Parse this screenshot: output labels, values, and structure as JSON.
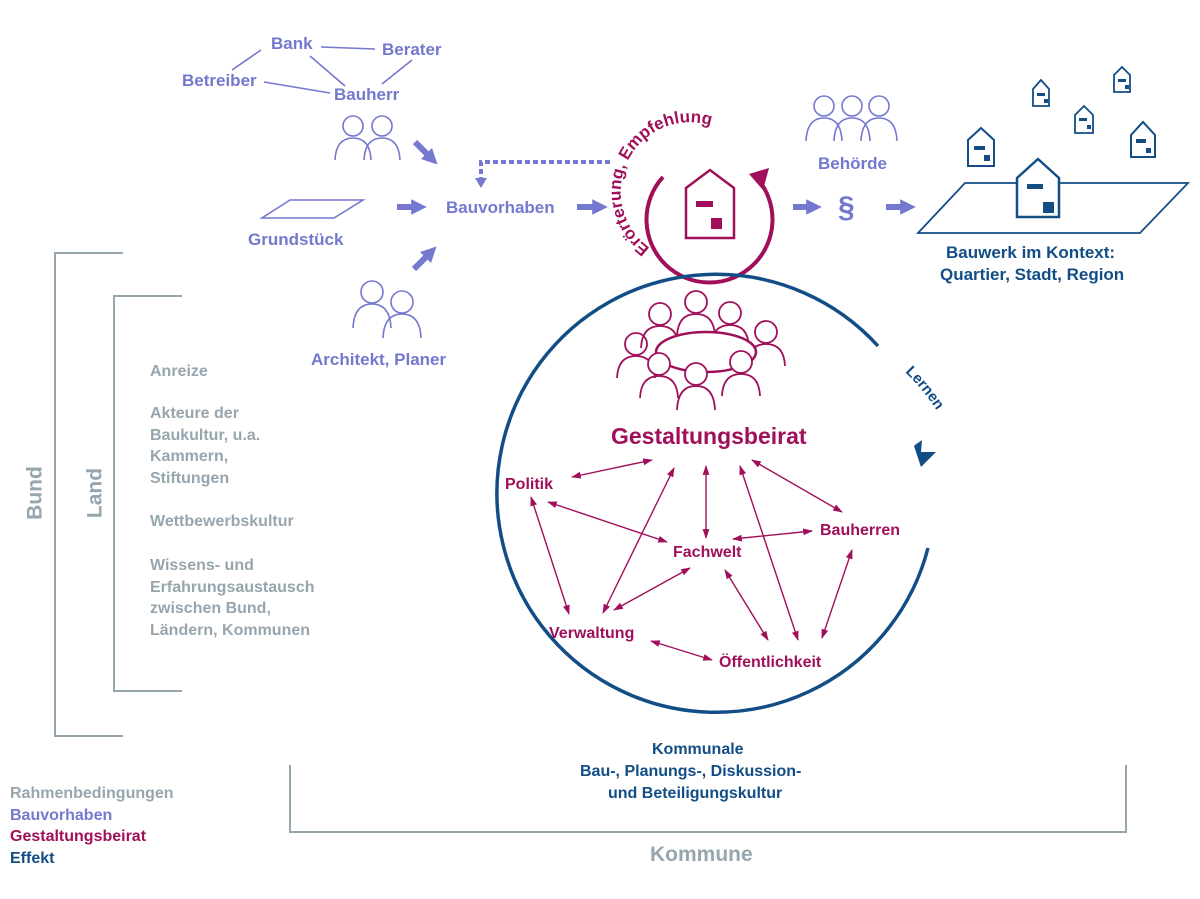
{
  "colors": {
    "bauvorhaben": "#7478cf",
    "rahmenbedingungen": "#97a5ae",
    "gestaltungsbeirat": "#a0105a",
    "effekt": "#124d86"
  },
  "top": {
    "bank": "Bank",
    "berater": "Berater",
    "betreiber": "Betreiber",
    "bauherr": "Bauherr",
    "grundstueck": "Grundstück",
    "bauvorhaben": "Bauvorhaben",
    "architekt": "Architekt, Planer",
    "eroerterung": "Erörterung, Empfehlung",
    "behoerde": "Behörde",
    "paragraph": "§",
    "bauwerk_line1": "Bauwerk im Kontext:",
    "bauwerk_line2": "Quartier, Stadt, Region"
  },
  "rahmen": {
    "bund": "Bund",
    "land": "Land",
    "items": [
      "Anreize",
      "Akteure der Baukultur, u.a. Kammern, Stiftungen",
      "Wettbewerbskultur",
      "Wissens- und Erfahrungsaustausch zwischen Bund, Ländern, Kommunen"
    ]
  },
  "beirat": {
    "title": "Gestaltungsbeirat",
    "lernen": "Lernen",
    "nodes": {
      "politik": "Politik",
      "fachwelt": "Fachwelt",
      "bauherren": "Bauherren",
      "verwaltung": "Verwaltung",
      "oeffentlichkeit": "Öffentlichkeit"
    }
  },
  "kommunale": {
    "line1": "Kommunale",
    "line2": "Bau-, Planungs-, Diskussion-",
    "line3": "und Beteiligungskultur",
    "kommune": "Kommune"
  },
  "legend": [
    {
      "label": "Rahmenbedingungen",
      "color": "#97a5ae"
    },
    {
      "label": "Bauvorhaben",
      "color": "#7478cf"
    },
    {
      "label": "Gestaltungsbeirat",
      "color": "#a0105a"
    },
    {
      "label": "Effekt",
      "color": "#124d86"
    }
  ]
}
